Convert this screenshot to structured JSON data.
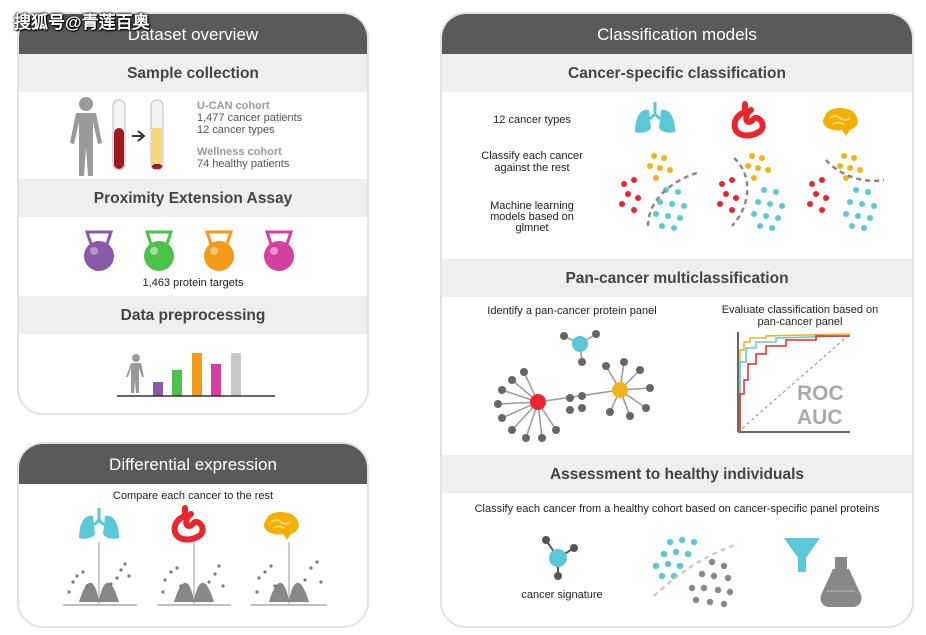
{
  "watermark": "搜狐号@青莲百奥",
  "colors": {
    "header": "#5a5a5a",
    "band": "#efefef",
    "red": "#e8262b",
    "yellow": "#f2b318",
    "cyan": "#5bc8d8",
    "purple": "#8a5aa8",
    "green": "#4cc24c",
    "orange": "#f39a1c",
    "pink": "#d63fa2",
    "grey": "#c8c8c8"
  },
  "dataset": {
    "title": "Dataset overview",
    "sample_collection": "Sample collection",
    "ucan_title": "U-CAN cohort",
    "ucan_line1": "1,477 cancer patients",
    "ucan_line2": "12 cancer types",
    "wellness_title": "Wellness cohort",
    "wellness_line1": "74 healthy patients",
    "pea_title": "Proximity Extension Assay",
    "protein_targets": "1,463 protein targets",
    "preprocessing_title": "Data preprocessing"
  },
  "differential": {
    "title": "Differential expression",
    "subtitle": "Compare each cancer to the rest",
    "icons": [
      "lung-icon",
      "stomach-icon",
      "brain-icon"
    ]
  },
  "classification": {
    "title": "Classification models",
    "cancer_specific": "Cancer-specific classification",
    "label_types": "12 cancer types",
    "label_classify": "Classify each cancer against the rest",
    "label_ml": "Machine learning models based on glmnet",
    "pan_title": "Pan-cancer multiclassification",
    "pan_identify": "Identify a pan-cancer protein panel",
    "pan_evaluate": "Evaluate classification based on pan-cancer panel",
    "roc": "ROC",
    "auc": "AUC",
    "assessment_title": "Assessment to healthy individuals",
    "assessment_sub": "Classify each cancer from a healthy cohort based on cancer-specific panel proteins",
    "signature": "cancer signature"
  }
}
